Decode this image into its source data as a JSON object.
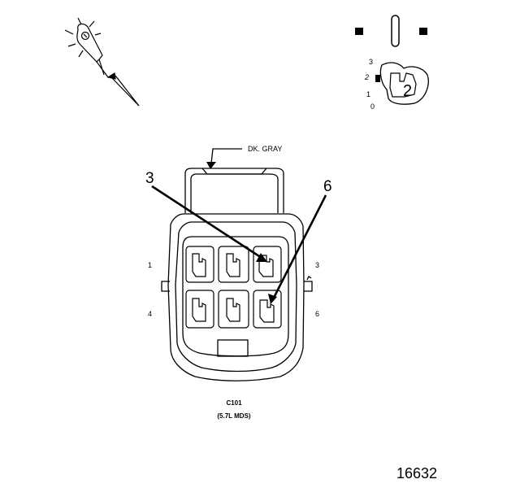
{
  "wire_color_label": "DK. GRAY",
  "callouts": {
    "left": "3",
    "right": "6"
  },
  "cavity_labels": {
    "top_left": "1",
    "top_right": "3",
    "bottom_left": "4",
    "bottom_right": "6"
  },
  "connector": {
    "id": "C101",
    "variant": "(5.7L MDS)"
  },
  "ignition_switch": {
    "positions": [
      "3",
      "2",
      "1",
      "0"
    ],
    "selected": "2"
  },
  "figure_number": "16632",
  "icons": {
    "probe": "test-probe-icon",
    "ignition": "ignition-switch-icon"
  }
}
